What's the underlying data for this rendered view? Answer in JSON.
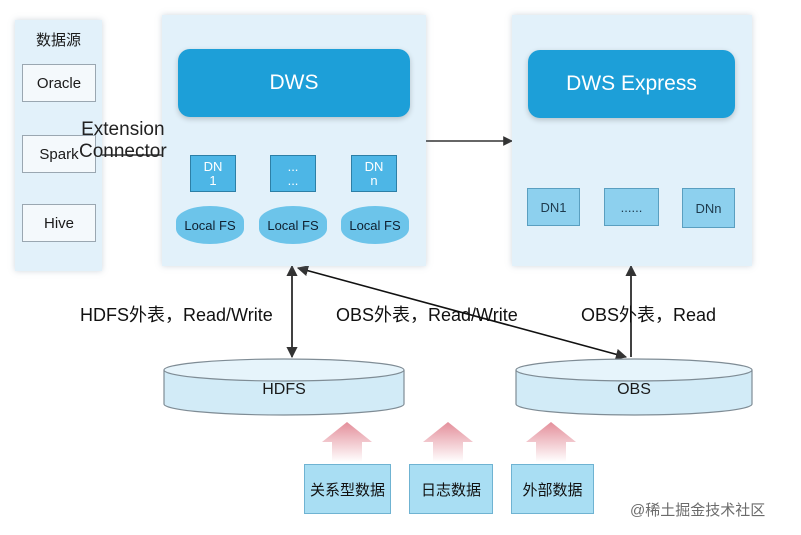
{
  "sources": {
    "title": "数据源",
    "items": [
      "Oracle",
      "Spark",
      "Hive"
    ]
  },
  "extension": {
    "line1": "Extension",
    "line2": "Connector"
  },
  "dws": {
    "title": "DWS",
    "nodes": [
      {
        "label": "DN\n1",
        "fs": "Local FS"
      },
      {
        "label": "...\n...",
        "fs": "Local FS"
      },
      {
        "label": "DN\nn",
        "fs": "Local FS"
      }
    ]
  },
  "dws_express": {
    "title": "DWS Express",
    "nodes": [
      "DN1",
      "......",
      "DNn"
    ]
  },
  "captions": {
    "hdfs_rw": "HDFS外表，Read/Write",
    "obs_rw": "OBS外表，Read/Write",
    "obs_r": "OBS外表，Read"
  },
  "storage": {
    "hdfs": "HDFS",
    "obs": "OBS"
  },
  "data_sources": [
    "关系型数据",
    "日志数据",
    "外部数据"
  ],
  "watermark": "@稀土掘金技术社区",
  "colors": {
    "accent": "#1d9fd8",
    "panel": "#e2f1fa",
    "arrow": "#e59aa3"
  }
}
